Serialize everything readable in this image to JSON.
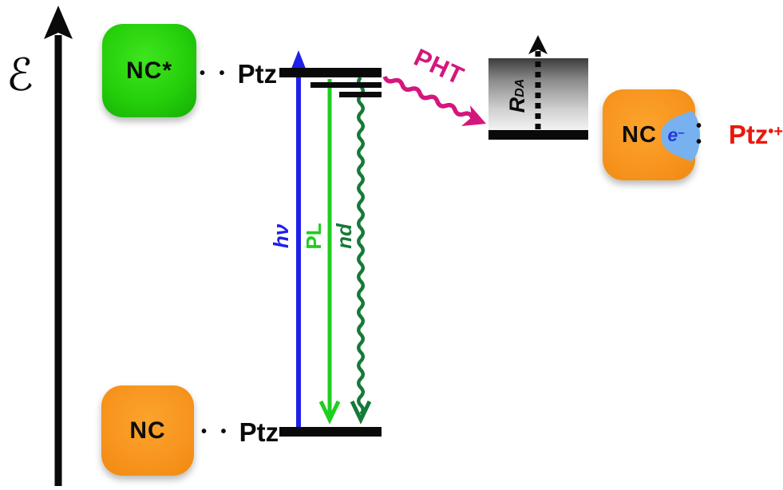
{
  "axis": {
    "label": "ℰ"
  },
  "dots": "• •",
  "states": {
    "excited": {
      "nc": "NC*",
      "partner": "Ptz"
    },
    "ground": {
      "nc": "NC",
      "partner": "Ptz"
    },
    "charge_separated": {
      "nc": "NC",
      "electron_base": "e",
      "electron_charge": "–",
      "partner": "Ptz",
      "partner_charge": "•+"
    }
  },
  "transitions": {
    "excitation": "hν",
    "photoluminescence": "PL",
    "nonradiative_decay": "nd",
    "hole_transfer": "PHT"
  },
  "distance_label": {
    "symbol": "R",
    "subscript": "DA"
  },
  "colors": {
    "excited_box_green": "#25cf0a",
    "ground_box_orange": "#f7941e",
    "excitation_arrow_blue": "#2020e8",
    "pl_arrow_green": "#1fce1f",
    "nonradiative_arrow_dark_green": "#157a38",
    "hole_transfer_magenta": "#d4177c",
    "radical_cation_red": "#e8180c",
    "electron_blob_blue": "#78b1f0",
    "electron_text_navy": "#2438d4",
    "levels_black": "#0a0a0a"
  }
}
